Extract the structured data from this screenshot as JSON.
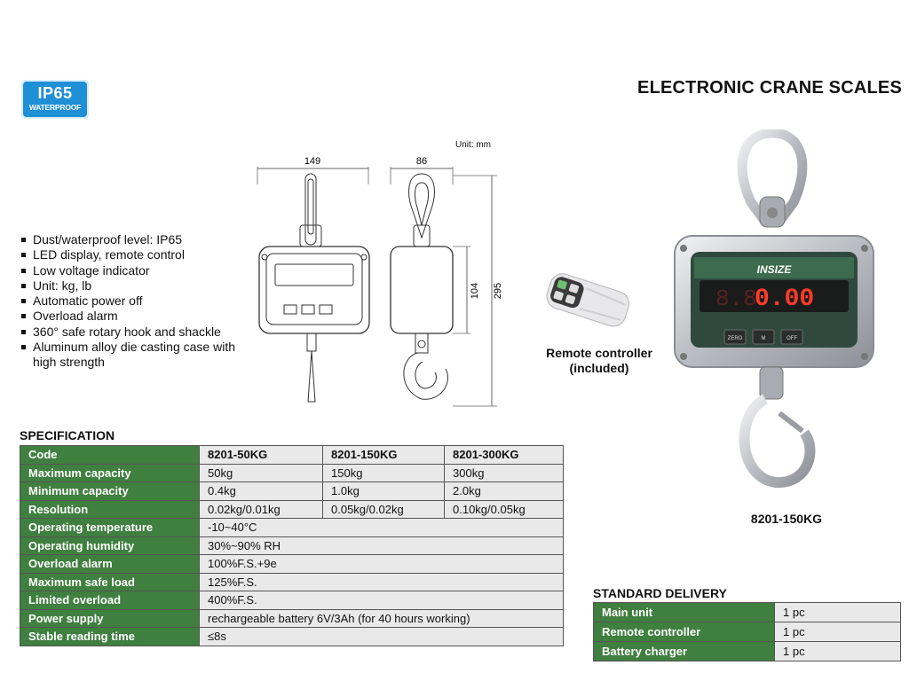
{
  "badge": {
    "line1": "IP65",
    "line2": "WATERPROOF"
  },
  "title": "ELECTRONIC CRANE SCALES",
  "features": [
    "Dust/waterproof level: IP65",
    "LED display, remote control",
    "Low voltage indicator",
    "Unit: kg, lb",
    "Automatic power off",
    "Overload alarm",
    "360° safe rotary hook and shackle",
    "Aluminum alloy die casting case with high strength"
  ],
  "drawing": {
    "unit": "Unit: mm",
    "dim_width": "149",
    "dim_depth": "86",
    "dim_body": "104",
    "dim_total": "295"
  },
  "remote": {
    "caption_line1": "Remote controller",
    "caption_line2": "(included)"
  },
  "product": {
    "caption": "8201-150KG",
    "brand": "INSIZE",
    "display": "0.00",
    "display_dim": "8.8",
    "btn1": "ZERO",
    "btn2": "M",
    "btn3": "OFF"
  },
  "spec": {
    "heading": "SPECIFICATION",
    "header": {
      "label": "Code",
      "cols": [
        "8201-50KG",
        "8201-150KG",
        "8201-300KG"
      ]
    },
    "rows3": [
      {
        "label": "Maximum capacity",
        "cols": [
          "50kg",
          "150kg",
          "300kg"
        ]
      },
      {
        "label": "Minimum capacity",
        "cols": [
          "0.4kg",
          "1.0kg",
          "2.0kg"
        ]
      },
      {
        "label": "Resolution",
        "cols": [
          "0.02kg/0.01kg",
          "0.05kg/0.02kg",
          "0.10kg/0.05kg"
        ]
      }
    ],
    "rows1": [
      {
        "label": "Operating temperature",
        "value": "-10~40°C"
      },
      {
        "label": "Operating humidity",
        "value": "30%~90% RH"
      },
      {
        "label": "Overload alarm",
        "value": "100%F.S.+9e"
      },
      {
        "label": "Maximum safe load",
        "value": "125%F.S."
      },
      {
        "label": "Limited overload",
        "value": "400%F.S."
      },
      {
        "label": "Power supply",
        "value": "rechargeable battery 6V/3Ah (for 40 hours working)"
      },
      {
        "label": "Stable reading time",
        "value": "≤8s"
      }
    ]
  },
  "delivery": {
    "heading": "STANDARD DELIVERY",
    "rows": [
      {
        "label": "Main unit",
        "value": "1 pc"
      },
      {
        "label": "Remote controller",
        "value": "1 pc"
      },
      {
        "label": "Battery charger",
        "value": "1 pc"
      }
    ]
  }
}
